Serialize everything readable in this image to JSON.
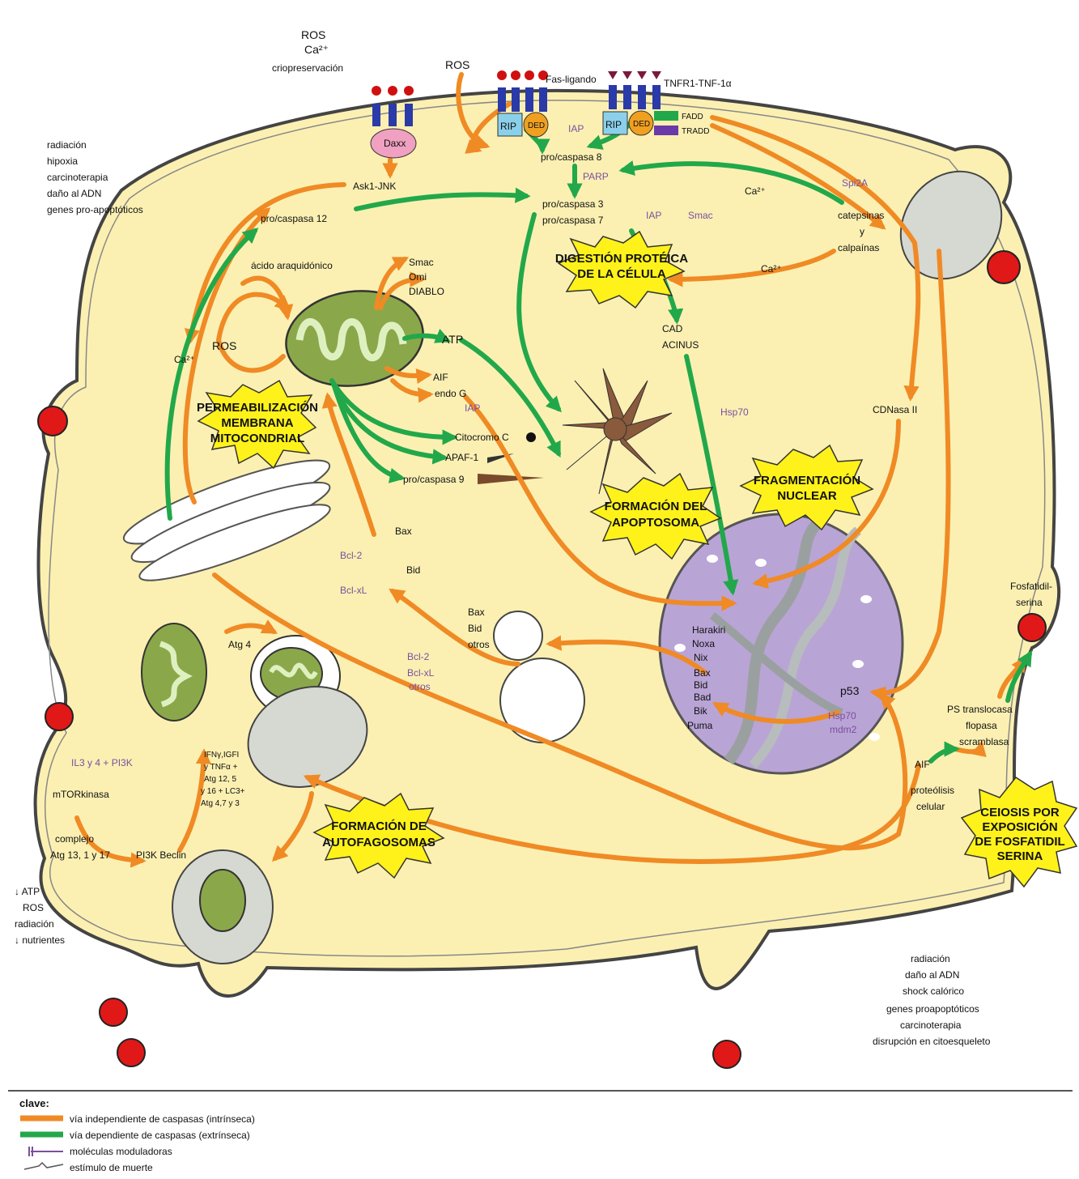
{
  "colors": {
    "cytoplasm": "#fbf0b2",
    "intrinsic_arrow": "#f08a24",
    "extrinsic_arrow": "#22a84a",
    "modulator": "#7b4fa0",
    "mitochondria": "#8aa84a",
    "nucleus": "#b9a4d6",
    "burst": "#fff21a",
    "apoptotic_body": "#e01818",
    "receptor": "#2a3aa8"
  },
  "stimuli": {
    "top": [
      "ROS",
      "Ca²⁺",
      "criopreservación"
    ],
    "left": [
      "radiación",
      "hipoxia",
      "carcinoterapia",
      "daño al ADN",
      "genes pro-apoptóticos"
    ],
    "bottom_left": [
      "↓ ATP",
      "ROS",
      "radiación",
      "↓ nutrientes"
    ],
    "bottom_right": [
      "radiación",
      "daño al ADN",
      "shock calórico",
      "genes proapoptóticos",
      "carcinoterapia",
      "disrupción en citoesqueleto"
    ]
  },
  "receptors": {
    "fas": "Fas-ligando",
    "tnf": "TNFR1-TNF-1α",
    "rip": "RIP",
    "ded": "DED",
    "fadd": "FADD",
    "tradd": "TRADD",
    "daxx": "Daxx",
    "ros_top": "ROS"
  },
  "labels": {
    "ask1": "Ask1-JNK",
    "caspasa12": "pro/caspasa 12",
    "caspasa8": "pro/caspasa 8",
    "caspasa3": "pro/caspasa 3",
    "caspasa7": "pro/caspasa 7",
    "acido": "ácido araquidónico",
    "ca_left": "Ca²⁺",
    "ros_mid": "ROS",
    "smac_group": [
      "Smac",
      "Omi",
      "DIABLO"
    ],
    "atp": "ATP",
    "aif": "AIF",
    "endog": "endo G",
    "citocromo": "Citocromo C",
    "apaf": "APAF-1",
    "caspasa9": "pro/caspasa 9",
    "cad": "CAD",
    "acinus": "ACINUS",
    "cdnasa": "CDNasa II",
    "catepsinas": "catepsinas",
    "y": "y",
    "calpainas": "calpaínas",
    "ca_right1": "Ca²⁺",
    "ca_right2": "Ca²⁺",
    "bax_top": "Bax",
    "bid_top": "Bid",
    "bax_bid_otros": [
      "Bax",
      "Bid",
      "otros"
    ],
    "bh3": [
      "Harakiri",
      "Noxa",
      "Nix",
      "Bax",
      "Bid",
      "Bad",
      "Bik",
      "Puma"
    ],
    "p53": "p53",
    "fosfatidil": [
      "Fosfatidil-",
      "serina"
    ],
    "ps_trans": [
      "PS translocasa",
      "flopasa",
      "scramblasa"
    ],
    "aif_right": "AIF",
    "proteolisis": [
      "proteólisis",
      "celular"
    ],
    "atg4": "Atg 4",
    "mtor": "mTORkinasa",
    "complejo": [
      "complejo",
      "Atg 13, 1 y 17"
    ],
    "pi3k": "PI3K Beclin",
    "ifn": [
      "IFNγ,IGFI",
      "y TNFα +",
      "Atg 12, 5",
      "y 16 + LC3+",
      "Atg 4,7 y 3"
    ]
  },
  "modulators": {
    "iap1": "IAP",
    "parp": "PARP",
    "iap2": "IAP",
    "smac": "Smac",
    "spi2a": "Spi2A",
    "iap3": "IAP",
    "hsp70_mid": "Hsp70",
    "bcl2_top": "Bcl-2",
    "bclxl_top": "Bcl-xL",
    "bcl2_mid": "Bcl-2",
    "bclxl_mid": "Bcl-xL",
    "otros_mid": "otros",
    "hsp70_nuc": "Hsp70",
    "mdm2": "mdm2",
    "il3": "IL3 y 4 + PI3K"
  },
  "bursts": {
    "permeabilizacion": [
      "PERMEABILIZACIÓN",
      "MEMBRANA",
      "MITOCONDRIAL"
    ],
    "digestion": [
      "DIGESTIÓN PROTÉICA",
      "DE LA CÉLULA"
    ],
    "apoptosoma": [
      "FORMACIÓN DEL",
      "APOPTOSOMA"
    ],
    "fragmentacion": [
      "FRAGMENTACIÓN",
      "NUCLEAR"
    ],
    "autofagosomas": [
      "FORMACIÓN DE",
      "AUTOFAGOSOMAS"
    ],
    "ceiosis": [
      "CEIOSIS POR",
      "EXPOSICIÓN",
      "DE FOSFATIDIL",
      "SERINA"
    ]
  },
  "legend": {
    "title": "clave:",
    "items": [
      "vía independiente de caspasas (intrínseca)",
      "vía dependiente de caspasas (extrínseca)",
      "moléculas moduladoras",
      "estímulo de muerte"
    ]
  }
}
